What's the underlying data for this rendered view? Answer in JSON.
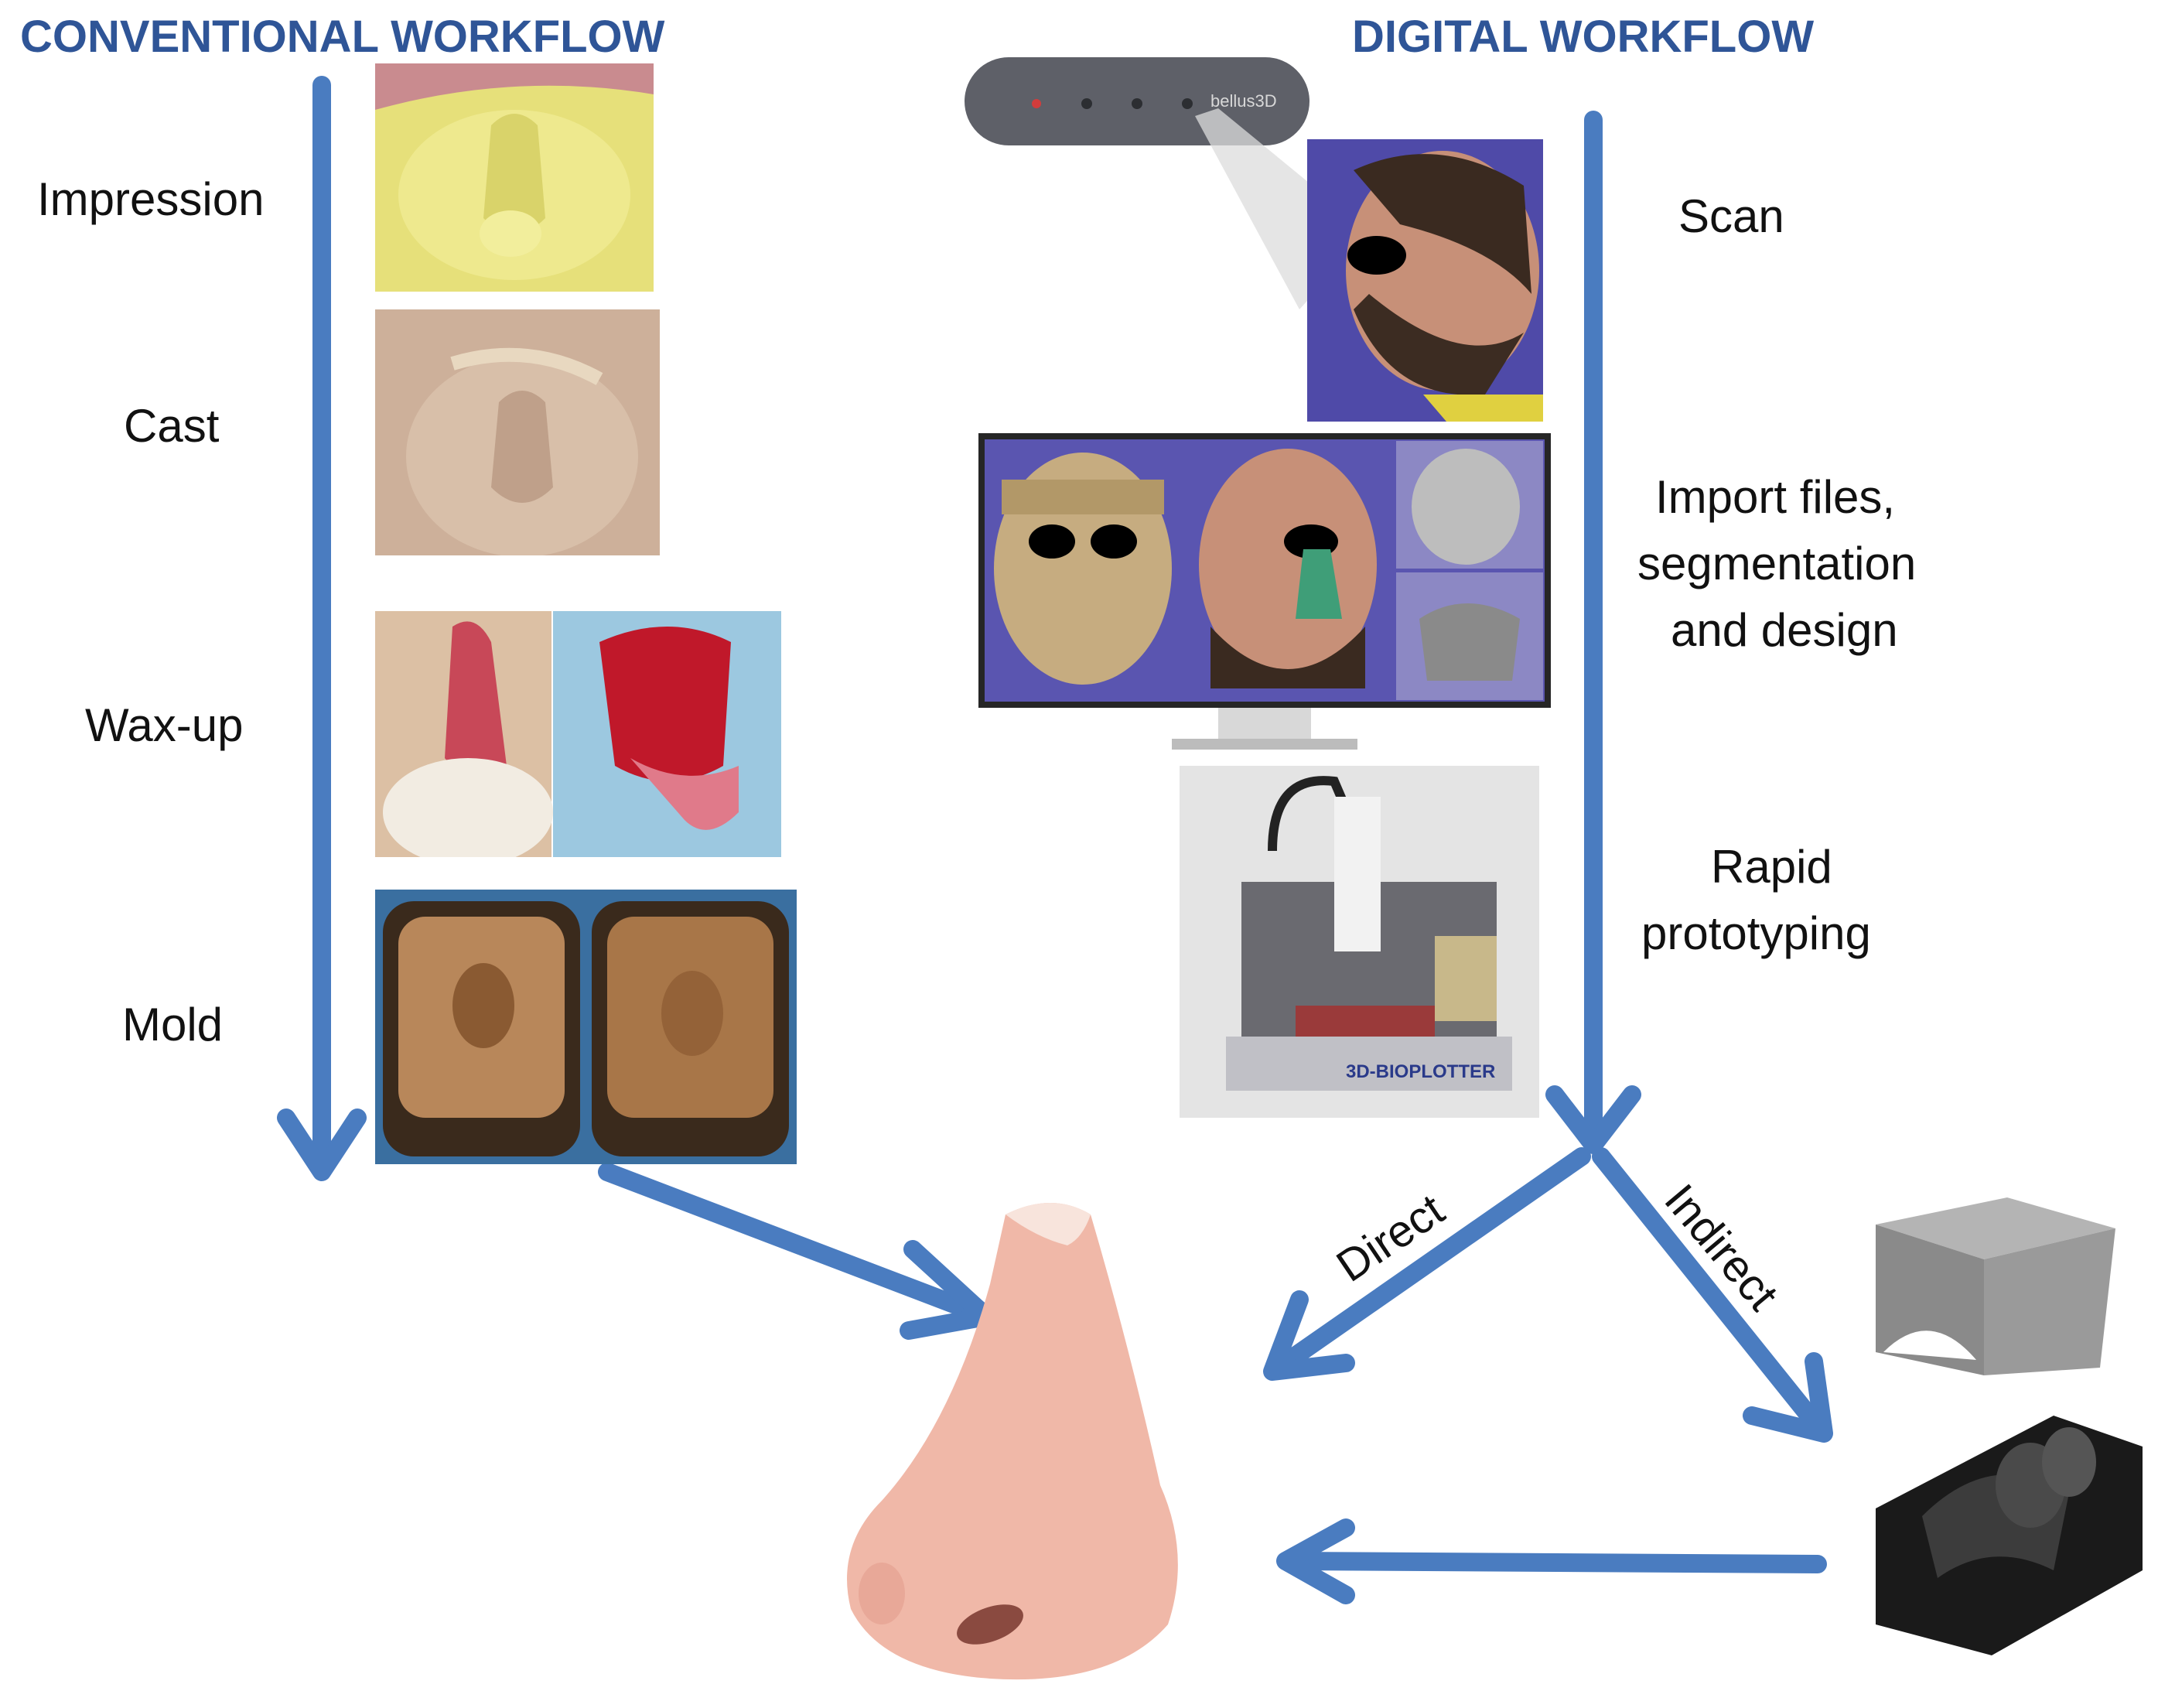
{
  "headings": {
    "conventional": "CONVENTIONAL WORKFLOW",
    "digital": "DIGITAL WORKFLOW"
  },
  "conventional_steps": [
    "Impression",
    "Cast",
    "Wax-up",
    "Mold"
  ],
  "digital_steps": {
    "scan": "Scan",
    "import_line1": "Import files,",
    "import_line2": "segmentation",
    "import_line3": "and design",
    "rapid_line1": "Rapid",
    "rapid_line2": "prototyping"
  },
  "branches": {
    "direct": "Direct",
    "indirect": "Indirect"
  },
  "printer_label": "3D-BIOPLOTTER",
  "scanner_label": "bellus3D",
  "colors": {
    "arrow": "#4a7cc0",
    "heading": "#2f5597",
    "prosthesis": "#f0b8a8"
  }
}
